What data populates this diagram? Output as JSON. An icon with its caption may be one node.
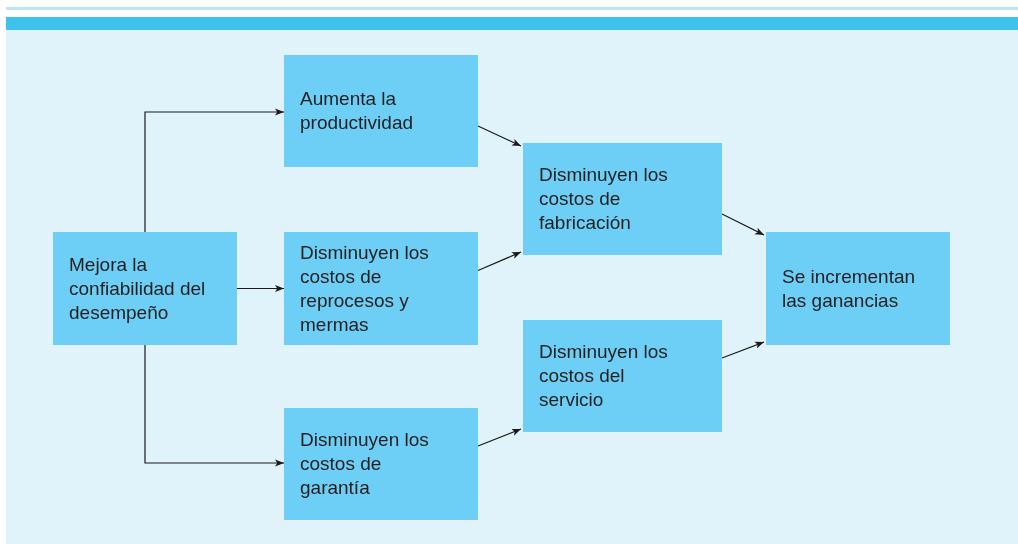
{
  "diagram": {
    "nodes": [
      {
        "text": [
          "Mejora la confiabilidad del desempeño"
        ]
      },
      {
        "text": [
          "Aumenta la productividad"
        ]
      },
      {
        "text": [
          "Disminuyen los costos de reprocesos y mermas"
        ]
      },
      {
        "text": [
          "Disminuyen los costos de garantía"
        ]
      },
      {
        "text": [
          "Disminuyen los costos de fabricación"
        ]
      },
      {
        "text": [
          "Disminuyen los costos del servicio"
        ]
      },
      {
        "text": [
          "Se incrementan las ganancias"
        ]
      }
    ],
    "edges": [
      {
        "from": 0,
        "to": 1,
        "arrow": "to"
      },
      {
        "from": 0,
        "to": 2,
        "arrow": "to"
      },
      {
        "from": 0,
        "to": 3,
        "arrow": "to"
      },
      {
        "from": 1,
        "to": 4,
        "arrow": "to"
      },
      {
        "from": 2,
        "to": 4,
        "arrow": "to"
      },
      {
        "from": 3,
        "to": 5,
        "arrow": "to"
      },
      {
        "from": 4,
        "to": 6,
        "arrow": "to"
      },
      {
        "from": 5,
        "to": 6,
        "arrow": "to"
      }
    ]
  }
}
